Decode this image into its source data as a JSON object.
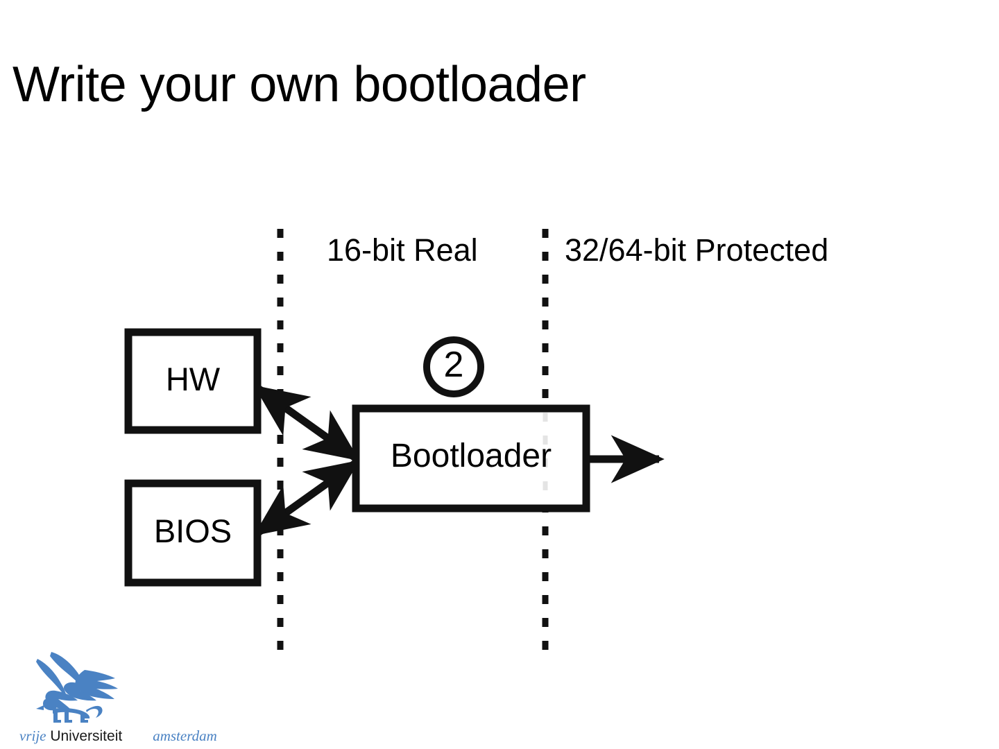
{
  "slide": {
    "title": "Write your own bootloader",
    "background_color": "#ffffff",
    "ink_color": "#000000"
  },
  "diagram": {
    "type": "block-flow-diagram",
    "mode_labels": [
      {
        "id": "real-mode",
        "text": "16-bit Real"
      },
      {
        "id": "protected-mode",
        "text": "32/64-bit Protected"
      }
    ],
    "boxes": [
      {
        "id": "hw",
        "label": "HW"
      },
      {
        "id": "bios",
        "label": "BIOS"
      },
      {
        "id": "bootloader",
        "label": "Bootloader"
      }
    ],
    "step_badge": {
      "label": "2",
      "shape": "circle"
    },
    "connectors": [
      {
        "id": "hw-bootloader",
        "from": "hw",
        "to": "bootloader",
        "style": "double-headed-arrow"
      },
      {
        "id": "bios-bootloader",
        "from": "bios",
        "to": "bootloader",
        "style": "double-headed-arrow"
      },
      {
        "id": "bootloader-out",
        "from": "bootloader",
        "to": "",
        "style": "arrow"
      }
    ],
    "dividers": [
      {
        "id": "divider-left",
        "style": "dashed-vertical"
      },
      {
        "id": "divider-right",
        "style": "dashed-vertical"
      }
    ]
  },
  "logo": {
    "organization": "vrije Universiteit amsterdam",
    "word_vrije": "vrije",
    "word_universiteit": "Universiteit",
    "word_amsterdam": "amsterdam",
    "brand_color": "#4A82C3"
  }
}
